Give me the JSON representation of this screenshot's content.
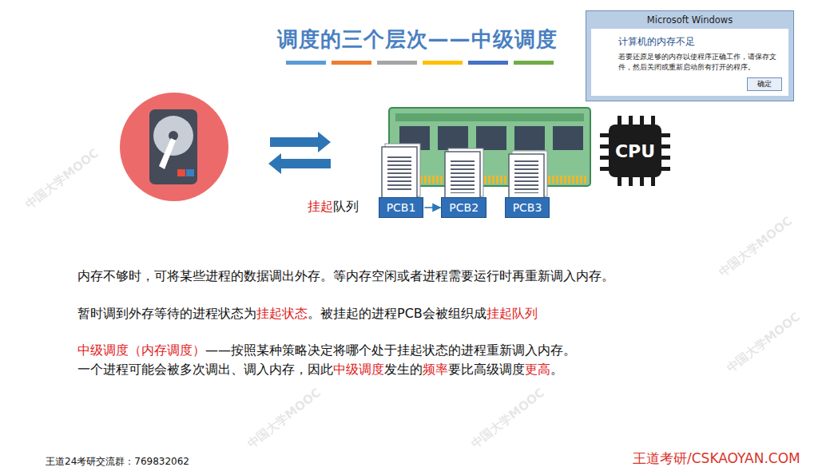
{
  "diagram": {
    "title": "调度的三个层次——中级调度",
    "nodes": [
      {
        "text": [
          "Microsoft Windows",
          "计算机的内存不足",
          "若要还原足够的内存以使程序正确工作，请保存文件，然后关闭或重新启动所有打开的程序。"
        ]
      },
      {
        "text": [
          "确定"
        ],
        "in": 0
      },
      {
        "text": [
          "CPU"
        ]
      },
      {
        "text": [
          "PCB1"
        ]
      },
      {
        "text": [
          "PCB2"
        ]
      },
      {
        "text": [
          "PCB3"
        ]
      }
    ],
    "edges": [
      {
        "from": 3,
        "to": 4,
        "arrow": "to"
      }
    ],
    "labels": [
      "挂起",
      "队列",
      "内存不够时，可将某些进程的数据调出外存。等内存空闲或者进程需要运行时再重新调入内存。",
      "暂时调到外存等待的进程状态为",
      "挂起状态",
      "。被挂起的进程PCB会被组织成",
      "挂起队列",
      "中级调度（内存调度）",
      "——按照某种策略决定将哪个处于挂起状态的进程重新调入内存。",
      "一个进程可能会被多次调出、调入内存，因此",
      "中级调度",
      "发生的",
      "频率",
      "要比高级调度",
      "更高",
      "。",
      "王道24考研交流群：769832062",
      "王道考研/CSKAOYAN.COM",
      "中国大学MOOC",
      "中国大学MOOC",
      "中国大学MOOC",
      "中国大学MOOC",
      "中国大学MOOC"
    ]
  }
}
